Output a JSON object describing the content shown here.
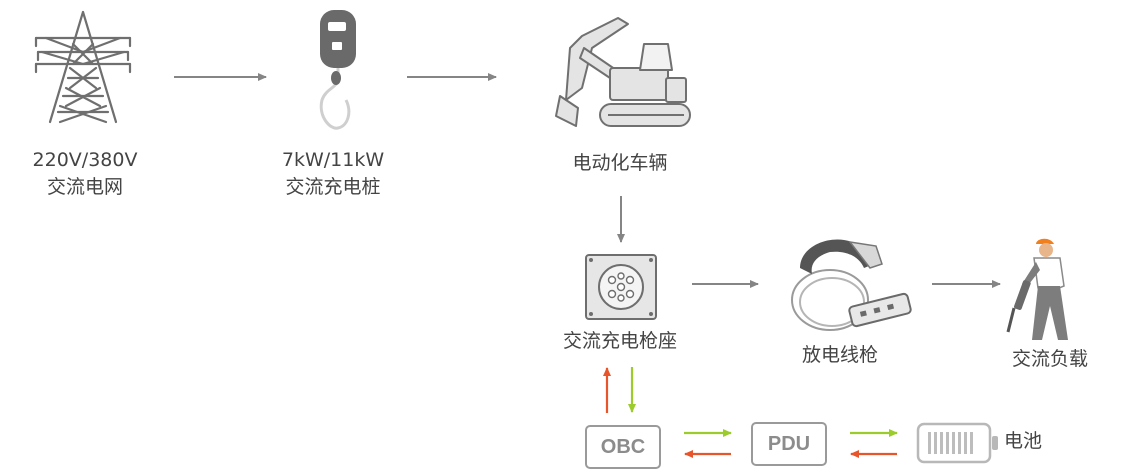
{
  "nodes": {
    "grid": {
      "line1": "220V/380V",
      "line2": "交流电网",
      "icon": "power-tower-icon"
    },
    "charger": {
      "line1": "7kW/11kW",
      "line2": "交流充电桩",
      "icon": "ev-charger-icon"
    },
    "vehicle": {
      "label": "电动化车辆",
      "icon": "excavator-icon"
    },
    "inlet": {
      "label": "交流充电枪座",
      "icon": "charging-inlet-icon"
    },
    "discharge_gun": {
      "label": "放电线枪",
      "icon": "discharge-gun-icon"
    },
    "ac_load": {
      "label": "交流负载",
      "icon": "worker-jackhammer-icon"
    },
    "obc": {
      "label": "OBC"
    },
    "pdu": {
      "label": "PDU"
    },
    "battery": {
      "label": "电池",
      "icon": "battery-icon"
    }
  },
  "colors": {
    "arrow_gray": "#858585",
    "arrow_orange": "#e8552b",
    "arrow_green": "#9ccc2c",
    "box_border": "#9a9a9a"
  }
}
